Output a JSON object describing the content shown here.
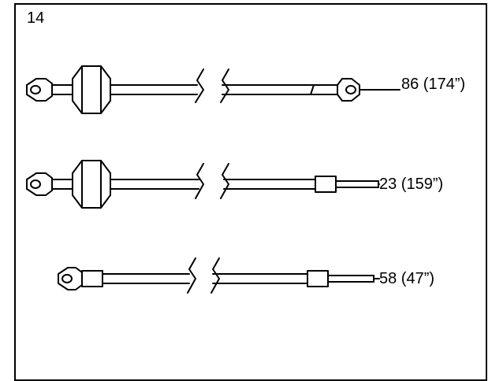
{
  "diagram": {
    "panel_number": "14",
    "cables": [
      {
        "label": "86 (174”)"
      },
      {
        "label": "23 (159”)"
      },
      {
        "label": "58 (47”)"
      }
    ]
  }
}
